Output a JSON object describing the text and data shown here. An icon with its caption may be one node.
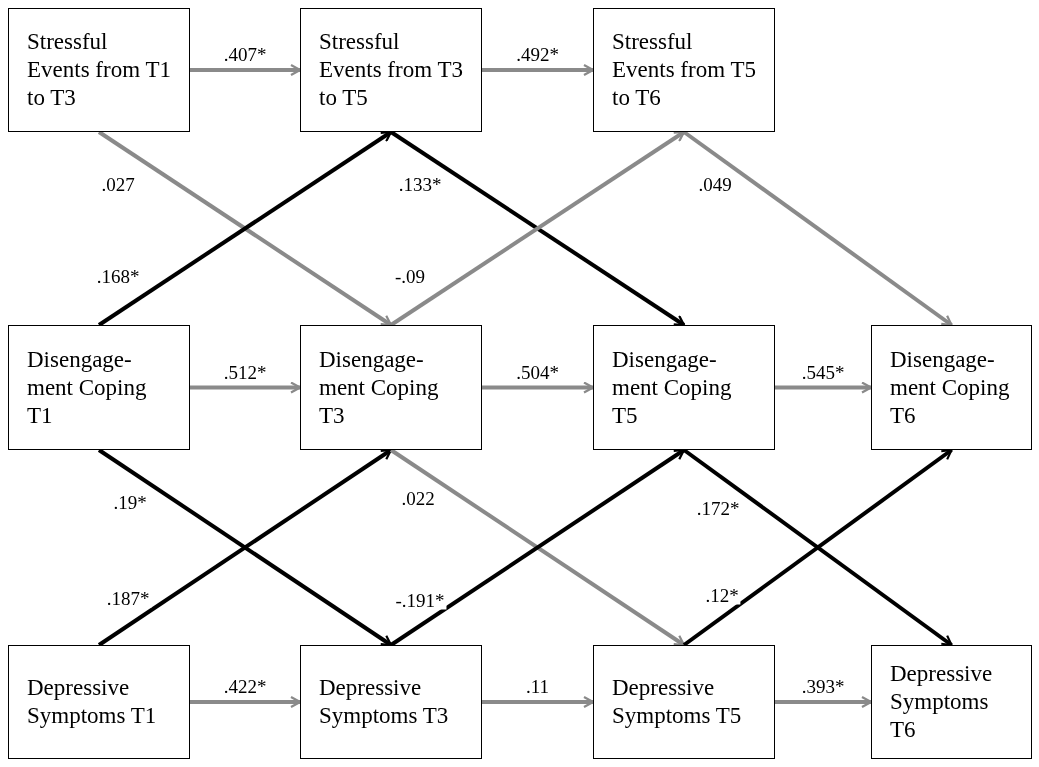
{
  "diagram": {
    "nodes": [
      {
        "text": [
          "Stressful Events from T1 to T3"
        ]
      },
      {
        "text": [
          "Stressful Events from T3 to T5"
        ]
      },
      {
        "text": [
          "Stressful Events from T5 to T6"
        ]
      },
      {
        "text": [
          "Disengage-ment Coping T1"
        ]
      },
      {
        "text": [
          "Disengage-ment Coping T3"
        ]
      },
      {
        "text": [
          "Disengage-ment Coping T5"
        ]
      },
      {
        "text": [
          "Disengage-ment Coping T6"
        ]
      },
      {
        "text": [
          "Depressive Symptoms T1"
        ]
      },
      {
        "text": [
          "Depressive Symptoms T3"
        ]
      },
      {
        "text": [
          "Depressive Symptoms T5"
        ]
      },
      {
        "text": [
          "Depressive Symptoms T6"
        ]
      }
    ],
    "edges": [
      {
        "from": 0,
        "to": 1,
        "arrow": "to",
        "label": ".407*"
      },
      {
        "from": 1,
        "to": 2,
        "arrow": "to",
        "label": ".492*"
      },
      {
        "from": 3,
        "to": 4,
        "arrow": "to",
        "label": ".512*"
      },
      {
        "from": 4,
        "to": 5,
        "arrow": "to",
        "label": ".504*"
      },
      {
        "from": 5,
        "to": 6,
        "arrow": "to",
        "label": ".545*"
      },
      {
        "from": 7,
        "to": 8,
        "arrow": "to",
        "label": ".422*"
      },
      {
        "from": 8,
        "to": 9,
        "arrow": "to",
        "label": ".11"
      },
      {
        "from": 9,
        "to": 10,
        "arrow": "to",
        "label": ".393*"
      },
      {
        "from": 0,
        "to": 4,
        "arrow": "to",
        "label": ".027"
      },
      {
        "from": 3,
        "to": 1,
        "arrow": "to",
        "label": ".168*",
        "color": "#000000"
      },
      {
        "from": 1,
        "to": 5,
        "arrow": "to",
        "label": ".133*",
        "color": "#000000"
      },
      {
        "from": 4,
        "to": 2,
        "arrow": "to",
        "label": "-.09"
      },
      {
        "from": 2,
        "to": 6,
        "arrow": "to",
        "label": ".049"
      },
      {
        "from": 3,
        "to": 8,
        "arrow": "to",
        "label": ".19*",
        "color": "#000000"
      },
      {
        "from": 7,
        "to": 4,
        "arrow": "to",
        "label": ".187*",
        "color": "#000000"
      },
      {
        "from": 4,
        "to": 9,
        "arrow": "to",
        "label": ".022"
      },
      {
        "from": 8,
        "to": 5,
        "arrow": "to",
        "label": "-.191*",
        "color": "#000000"
      },
      {
        "from": 5,
        "to": 10,
        "arrow": "to",
        "label": ".172*",
        "color": "#000000"
      },
      {
        "from": 9,
        "to": 6,
        "arrow": "to",
        "label": ".12*",
        "color": "#000000"
      }
    ]
  }
}
